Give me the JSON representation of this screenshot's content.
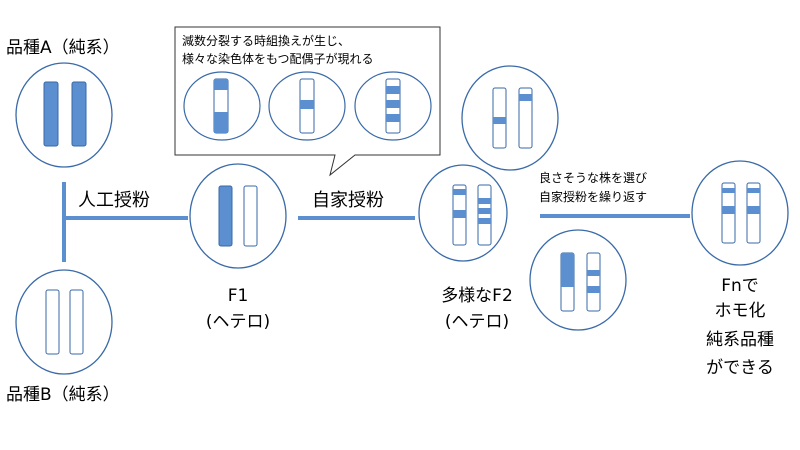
{
  "labels": {
    "variety_a": "品種A（純系）",
    "variety_b": "品種B（純系）",
    "artificial_pollination": "人工授粉",
    "self_pollination": "自家授粉",
    "f1_line1": "F1",
    "f1_line2": "(ヘテロ)",
    "f2_line1": "多様なF2",
    "f2_line2": "(ヘテロ)",
    "fn_line1": "Fnで",
    "fn_line2": "ホモ化",
    "fn_line3": "純系品種",
    "fn_line4": "ができる"
  },
  "callout": {
    "line1": "減数分裂する時組換えが生じ、",
    "line2": "様々な染色体をもつ配偶子が現れる"
  },
  "selection_note": {
    "line1": "良さそうな株を選び",
    "line2": "自家授粉を繰り返す"
  },
  "colors": {
    "chromosome_blue": "#5b8fd0",
    "outline": "#3a6aa8",
    "line": "#5b8fd0",
    "text": "#000000"
  }
}
